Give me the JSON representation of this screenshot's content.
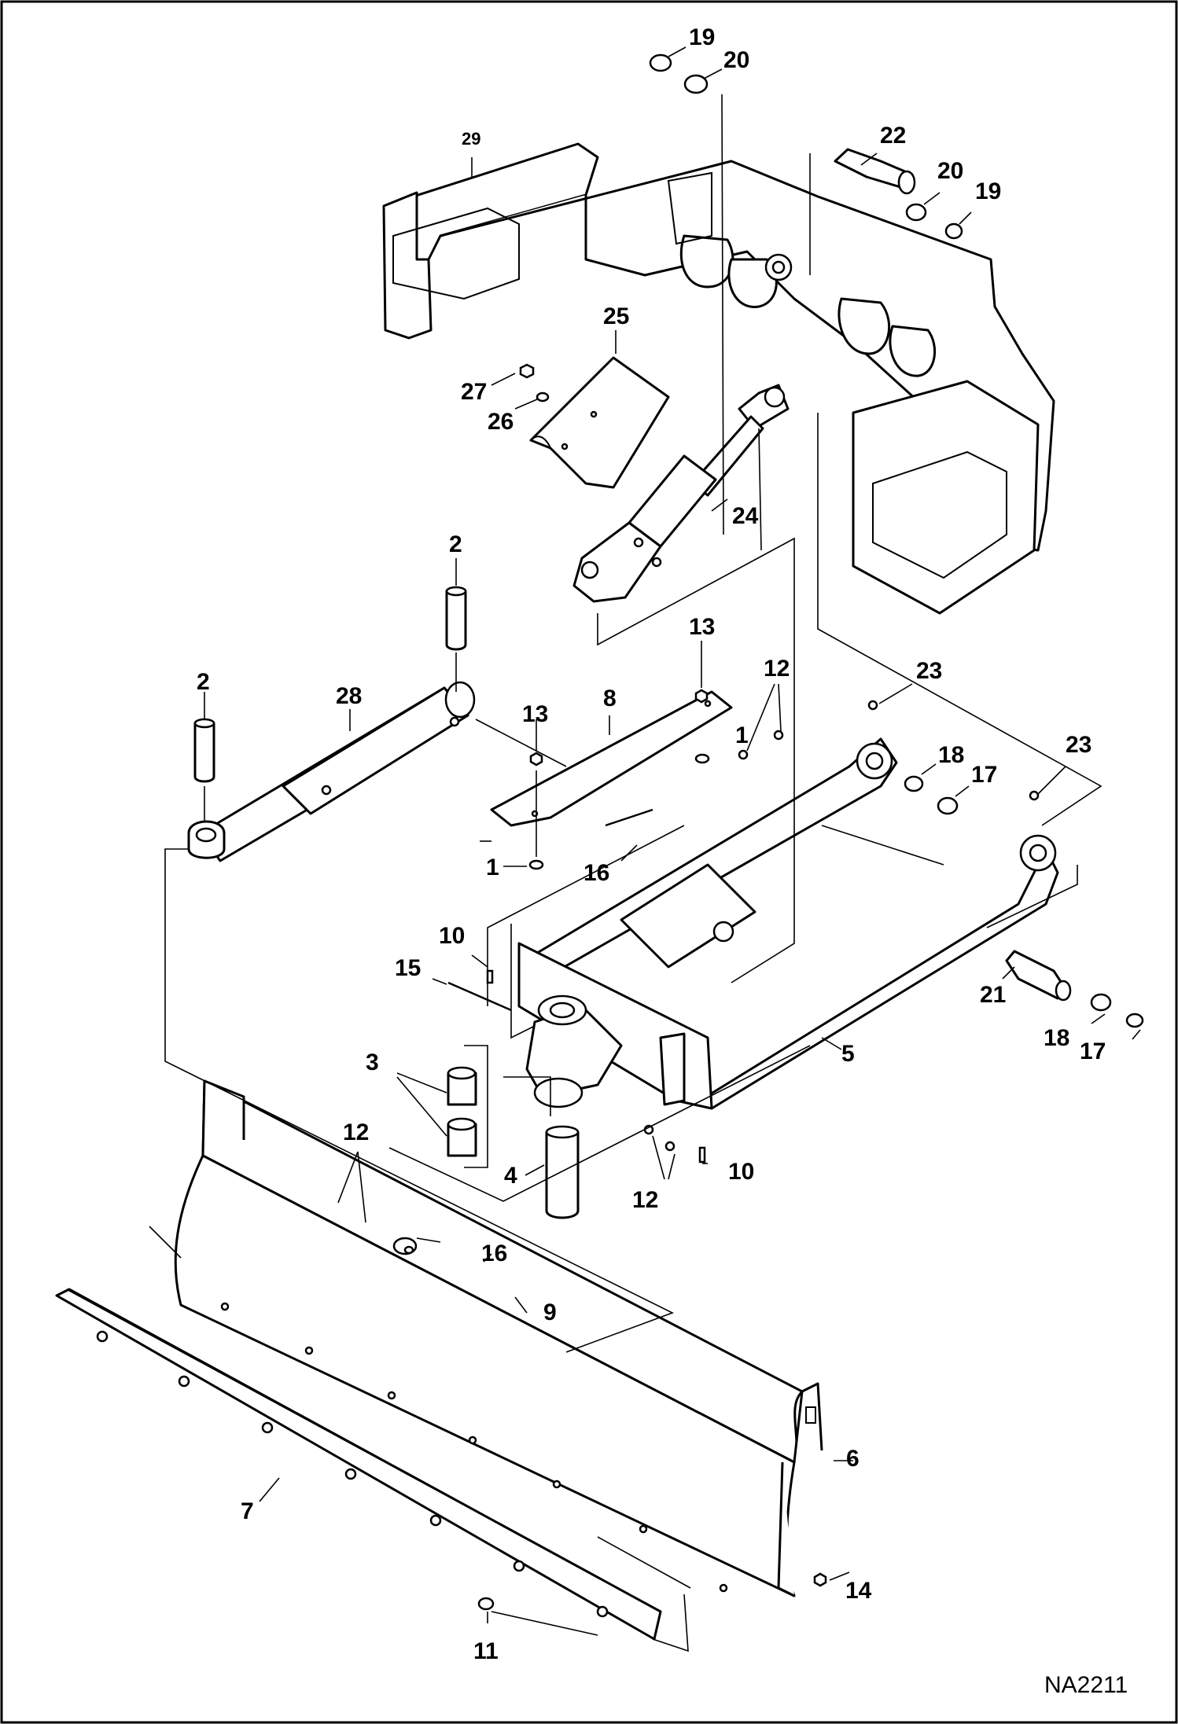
{
  "drawing": {
    "code": "NA2211",
    "callouts": [
      {
        "label": "19"
      },
      {
        "label": "20"
      },
      {
        "label": "29"
      },
      {
        "label": "22"
      },
      {
        "label": "20"
      },
      {
        "label": "19"
      },
      {
        "label": "25"
      },
      {
        "label": "27"
      },
      {
        "label": "26"
      },
      {
        "label": "24"
      },
      {
        "label": "2"
      },
      {
        "label": "2"
      },
      {
        "label": "28"
      },
      {
        "label": "13"
      },
      {
        "label": "12"
      },
      {
        "label": "8"
      },
      {
        "label": "13"
      },
      {
        "label": "1"
      },
      {
        "label": "23"
      },
      {
        "label": "18"
      },
      {
        "label": "17"
      },
      {
        "label": "23"
      },
      {
        "label": "1"
      },
      {
        "label": "16"
      },
      {
        "label": "10"
      },
      {
        "label": "15"
      },
      {
        "label": "21"
      },
      {
        "label": "18"
      },
      {
        "label": "17"
      },
      {
        "label": "5"
      },
      {
        "label": "3"
      },
      {
        "label": "12"
      },
      {
        "label": "4"
      },
      {
        "label": "12"
      },
      {
        "label": "10"
      },
      {
        "label": "16"
      },
      {
        "label": "9"
      },
      {
        "label": "6"
      },
      {
        "label": "7"
      },
      {
        "label": "14"
      },
      {
        "label": "11"
      }
    ]
  }
}
